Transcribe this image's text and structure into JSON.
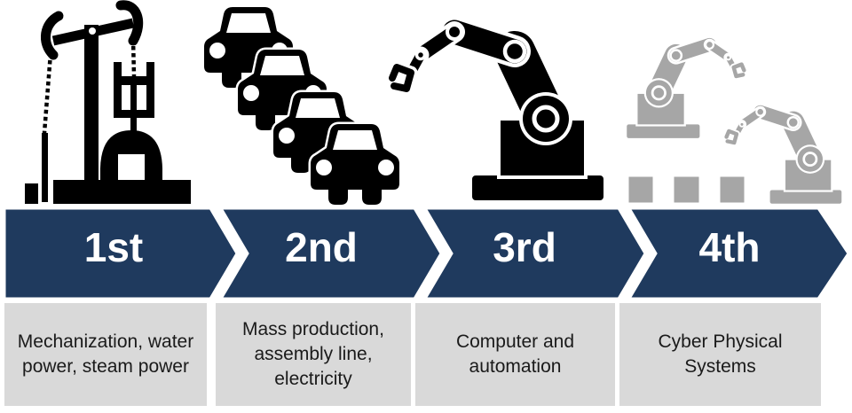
{
  "stages": [
    {
      "label": "1st",
      "description": "Mechanization, water power, steam power",
      "icon": "oil-pumpjack-icon"
    },
    {
      "label": "2nd",
      "description": "Mass production, assembly line, electricity",
      "icon": "car-queue-icon"
    },
    {
      "label": "3rd",
      "description": "Computer and automation",
      "icon": "robot-arm-icon"
    },
    {
      "label": "4th",
      "description": "Cyber Physical Systems",
      "icon": "cyber-physical-robots-icon"
    }
  ],
  "colors": {
    "arrow_band": "#1f3a5e",
    "description_box": "#d9d9d9",
    "icon_primary": "#000000",
    "icon_gray": "#a6a6a6",
    "band_label_text": "#ffffff",
    "description_text": "#1a1a1a"
  }
}
